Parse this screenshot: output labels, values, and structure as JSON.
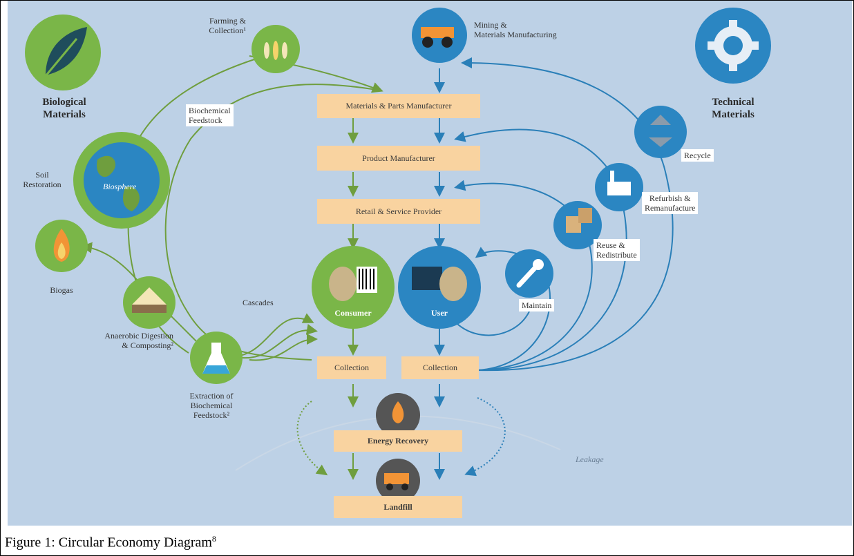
{
  "caption": {
    "text": "Figure 1: Circular Economy Diagram",
    "superscript": "8"
  },
  "left": {
    "title_line1": "Biological",
    "title_line2": "Materials"
  },
  "right": {
    "title_line1": "Technical",
    "title_line2": "Materials"
  },
  "labels": {
    "farming": "Farming &",
    "farming2": "Collection¹",
    "mining": "Mining &",
    "mining2": "Materials Manufacturing",
    "biochem1": "Biochemical",
    "biochem2": "Feedstock",
    "soil1": "Soil",
    "soil2": "Restoration",
    "biosphere": "Biosphere",
    "biogas": "Biogas",
    "anaerobic1": "Anaerobic Digestion",
    "anaerobic2": "& Composting²",
    "extraction1": "Extraction of",
    "extraction2": "Biochemical",
    "extraction3": "Feedstock²",
    "cascades": "Cascades",
    "recycle": "Recycle",
    "refurbish1": "Refurbish &",
    "refurbish2": "Remanufacture",
    "reuse1": "Reuse &",
    "reuse2": "Redistribute",
    "maintain": "Maintain",
    "leakage": "Leakage"
  },
  "process": {
    "materials_parts": "Materials & Parts Manufacturer",
    "product": "Product Manufacturer",
    "retail": "Retail & Service Provider",
    "collection_left": "Collection",
    "collection_right": "Collection",
    "energy": "Energy Recovery",
    "landfill": "Landfill"
  },
  "circles": {
    "consumer": "Consumer",
    "user": "User"
  },
  "colors": {
    "background": "#bdd1e6",
    "green": "#7ab648",
    "green_line": "#6f9e3e",
    "blue": "#2b86c2",
    "blue_line": "#2a7fb8",
    "peach": "#f9d3a0",
    "gray": "#666666"
  }
}
